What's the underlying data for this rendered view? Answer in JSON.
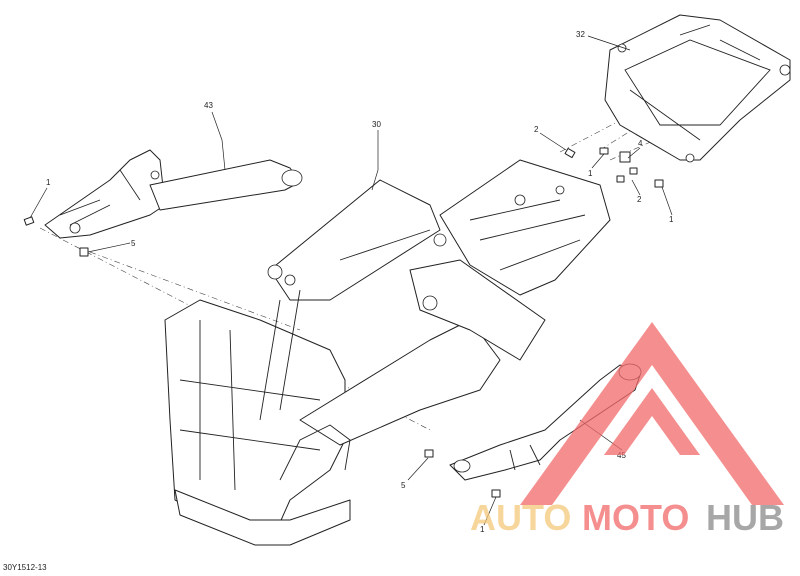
{
  "diagram": {
    "callouts": [
      {
        "id": "c43",
        "text": "43"
      },
      {
        "id": "c30",
        "text": "30"
      },
      {
        "id": "c32",
        "text": "32"
      },
      {
        "id": "c2a",
        "text": "2"
      },
      {
        "id": "c4",
        "text": "4"
      },
      {
        "id": "c1a",
        "text": "1"
      },
      {
        "id": "c1b",
        "text": "1"
      },
      {
        "id": "c2b",
        "text": "2"
      },
      {
        "id": "c1c",
        "text": "1"
      },
      {
        "id": "c5a",
        "text": "5"
      },
      {
        "id": "c5b",
        "text": "5"
      },
      {
        "id": "c45",
        "text": "45"
      },
      {
        "id": "c1d",
        "text": "1"
      }
    ],
    "reference_code": "30Y1512-13"
  },
  "watermark": {
    "part1": "AUTO",
    "part2": "MOTO",
    "part3": "HUB",
    "colors": {
      "yellow": "#f5c97a",
      "red": "#f26a6a",
      "gray": "#8a8a8a"
    }
  }
}
